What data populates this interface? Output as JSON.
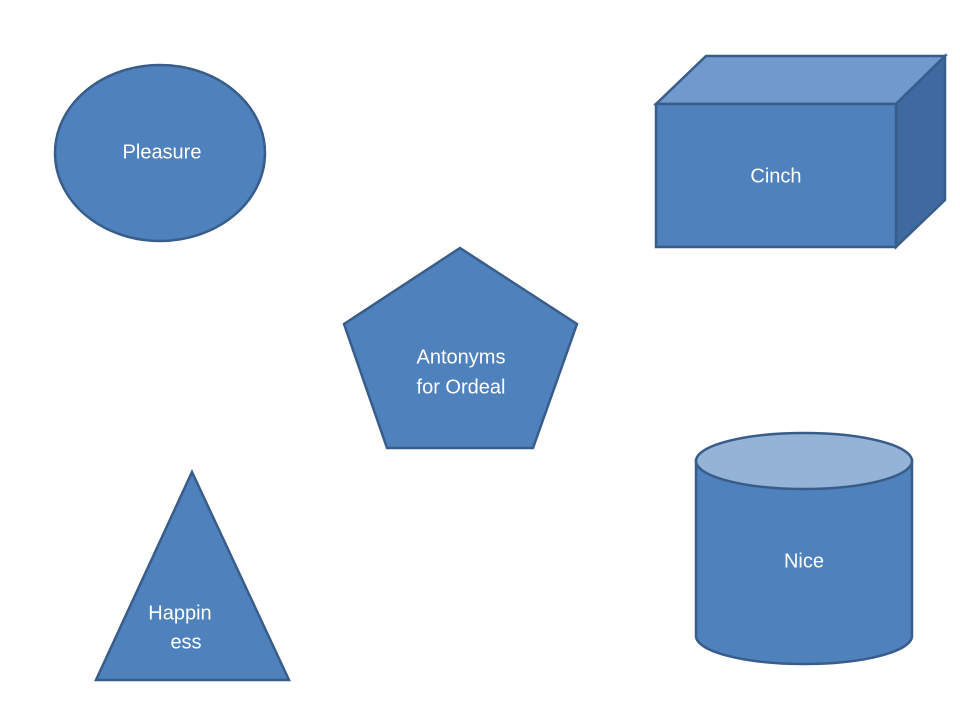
{
  "colors": {
    "fill": "#4f81bd",
    "stroke": "#385d8a",
    "cube_top": "#7199cd",
    "cube_side": "#3f6aa0",
    "cylinder_top": "#95b3d7",
    "text": "#ffffff"
  },
  "shapes": {
    "ellipse": {
      "label": "Pleasure"
    },
    "cube": {
      "label": "Cinch"
    },
    "pentagon": {
      "line1": "Antonyms",
      "line2": "for Ordeal"
    },
    "triangle": {
      "line1": "Happin",
      "line2": "ess"
    },
    "cylinder": {
      "label": "Nice"
    }
  }
}
